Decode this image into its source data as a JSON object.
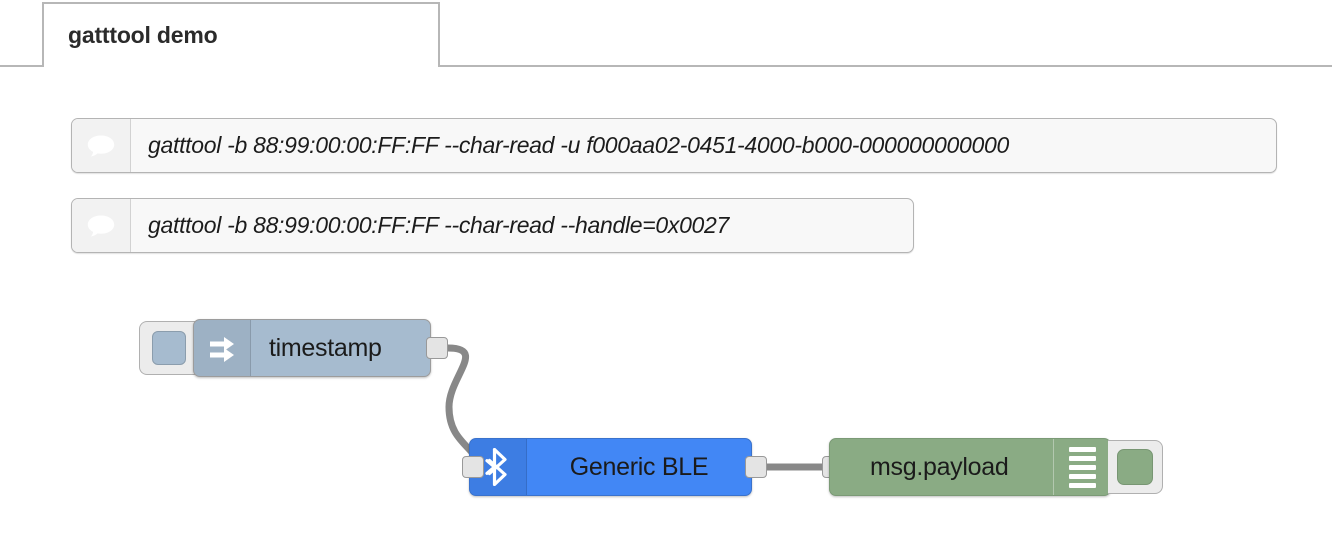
{
  "tabs": [
    {
      "label": "gatttool demo",
      "active": true
    }
  ],
  "canvas": {
    "comments": [
      {
        "icon": "comment-bubble-icon",
        "text": "gatttool -b 88:99:00:00:FF:FF --char-read -u f000aa02-0451-4000-b000-000000000000"
      },
      {
        "icon": "comment-bubble-icon",
        "text": "gatttool -b 88:99:00:00:FF:FF --char-read --handle=0x0027"
      }
    ],
    "nodes": [
      {
        "id": "inject",
        "label": "timestamp",
        "icon": "inject-arrow-icon",
        "color": "#a6bbcf",
        "button": "inject-trigger-button"
      },
      {
        "id": "ble",
        "label": "Generic BLE",
        "icon": "bluetooth-icon",
        "color": "#4287f5"
      },
      {
        "id": "debug",
        "label": "msg.payload",
        "icon": "debug-bars-icon",
        "color": "#8aab84",
        "button": "debug-enable-toggle"
      }
    ],
    "wires": [
      {
        "from": "inject",
        "to": "ble"
      },
      {
        "from": "ble",
        "to": "debug"
      }
    ]
  },
  "colors": {
    "inject": "#a6bbcf",
    "ble": "#4287f5",
    "debug": "#8aab84",
    "wire": "#888888",
    "border": "#b7b7b7"
  }
}
